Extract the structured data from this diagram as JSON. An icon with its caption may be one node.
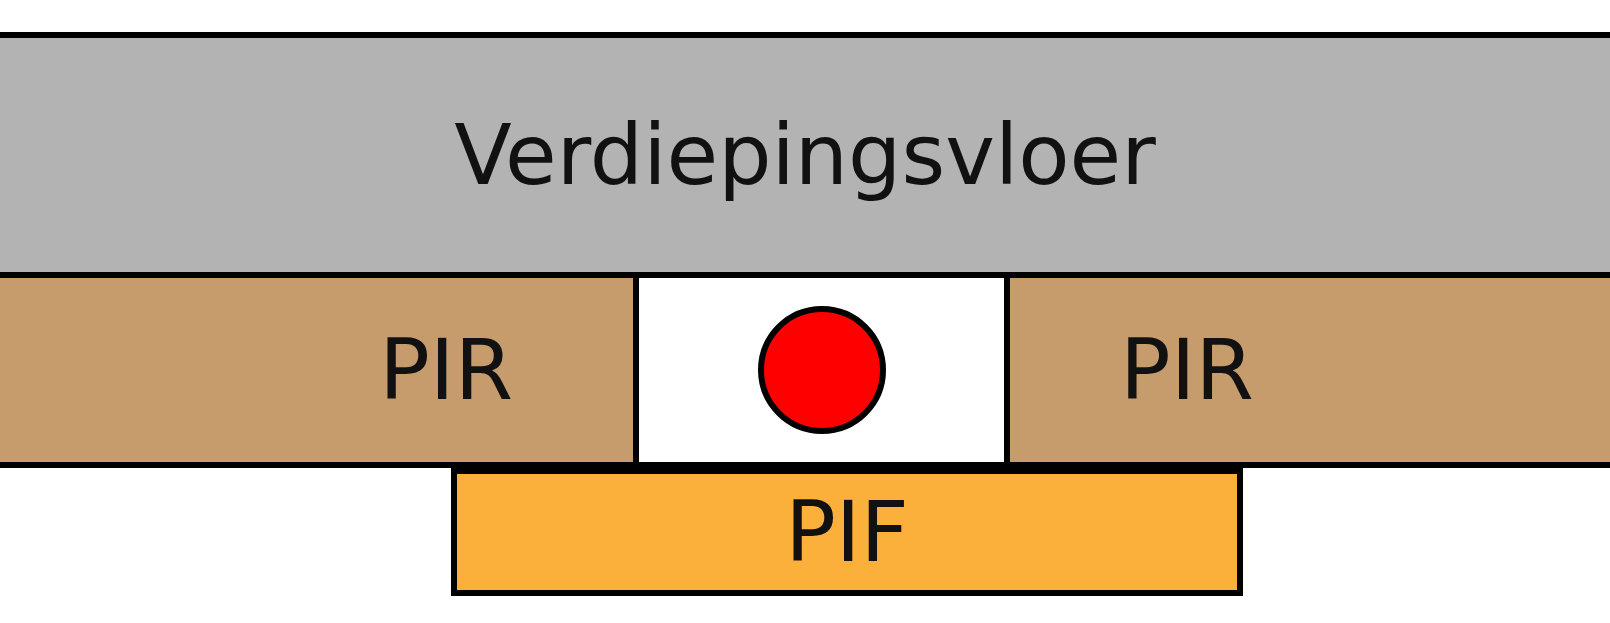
{
  "diagram": {
    "nodes": [
      {
        "text": [
          "Verdiepingsvloer"
        ]
      },
      {
        "text": [
          "PIR"
        ]
      },
      {
        "text": [],
        "shape": "box"
      },
      {
        "text": [],
        "shape": "circle",
        "in": 2
      },
      {
        "text": [
          "PIR"
        ]
      },
      {
        "text": [
          "PIF"
        ]
      }
    ],
    "edges": []
  }
}
